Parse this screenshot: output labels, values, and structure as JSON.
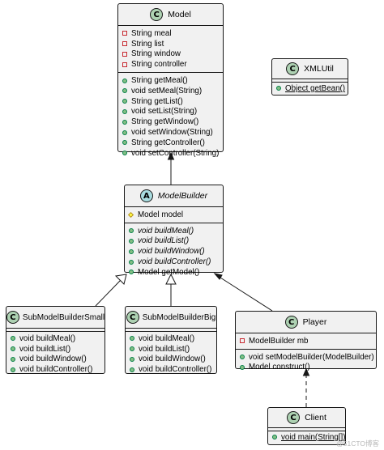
{
  "classes": {
    "model": {
      "name": "Model",
      "fields": [
        "String meal",
        "String list",
        "String window",
        "String controller"
      ],
      "methods": [
        "String getMeal()",
        "void setMeal(String)",
        "String getList()",
        "void setList(String)",
        "String getWindow()",
        "void setWindow(String)",
        "String getController()",
        "void setController(String)"
      ]
    },
    "xmlutil": {
      "name": "XMLUtil",
      "methods": [
        "Object getBean()"
      ]
    },
    "model_builder": {
      "name": "ModelBuilder",
      "fields": [
        "Model model"
      ],
      "methods": [
        "void buildMeal()",
        "void buildList()",
        "void buildWindow()",
        "void buildController()",
        "Model getModel()"
      ]
    },
    "sub_small": {
      "name": "SubModelBuilderSmall",
      "methods": [
        "void buildMeal()",
        "void buildList()",
        "void buildWindow()",
        "void buildController()"
      ]
    },
    "sub_big": {
      "name": "SubModelBuilderBig",
      "methods": [
        "void buildMeal()",
        "void buildList()",
        "void buildWindow()",
        "void buildController()"
      ]
    },
    "player": {
      "name": "Player",
      "fields": [
        "ModelBuilder mb"
      ],
      "methods": [
        "void setModelBuilder(ModelBuilder)",
        "Model construct()"
      ]
    },
    "client": {
      "name": "Client",
      "methods": [
        "void main(String[])"
      ]
    }
  },
  "stereotype_icons": {
    "class": "C",
    "abstract": "A"
  },
  "colors": {
    "class_bg": "#f1f1f1",
    "border": "#181818",
    "class_badge": "#add1b2",
    "abstract_badge": "#a9dcdf",
    "public_dot": "#84be84",
    "private_square": "#c82930",
    "protected_diamond": "#ffff44"
  },
  "watermark": "@51CTO博客"
}
